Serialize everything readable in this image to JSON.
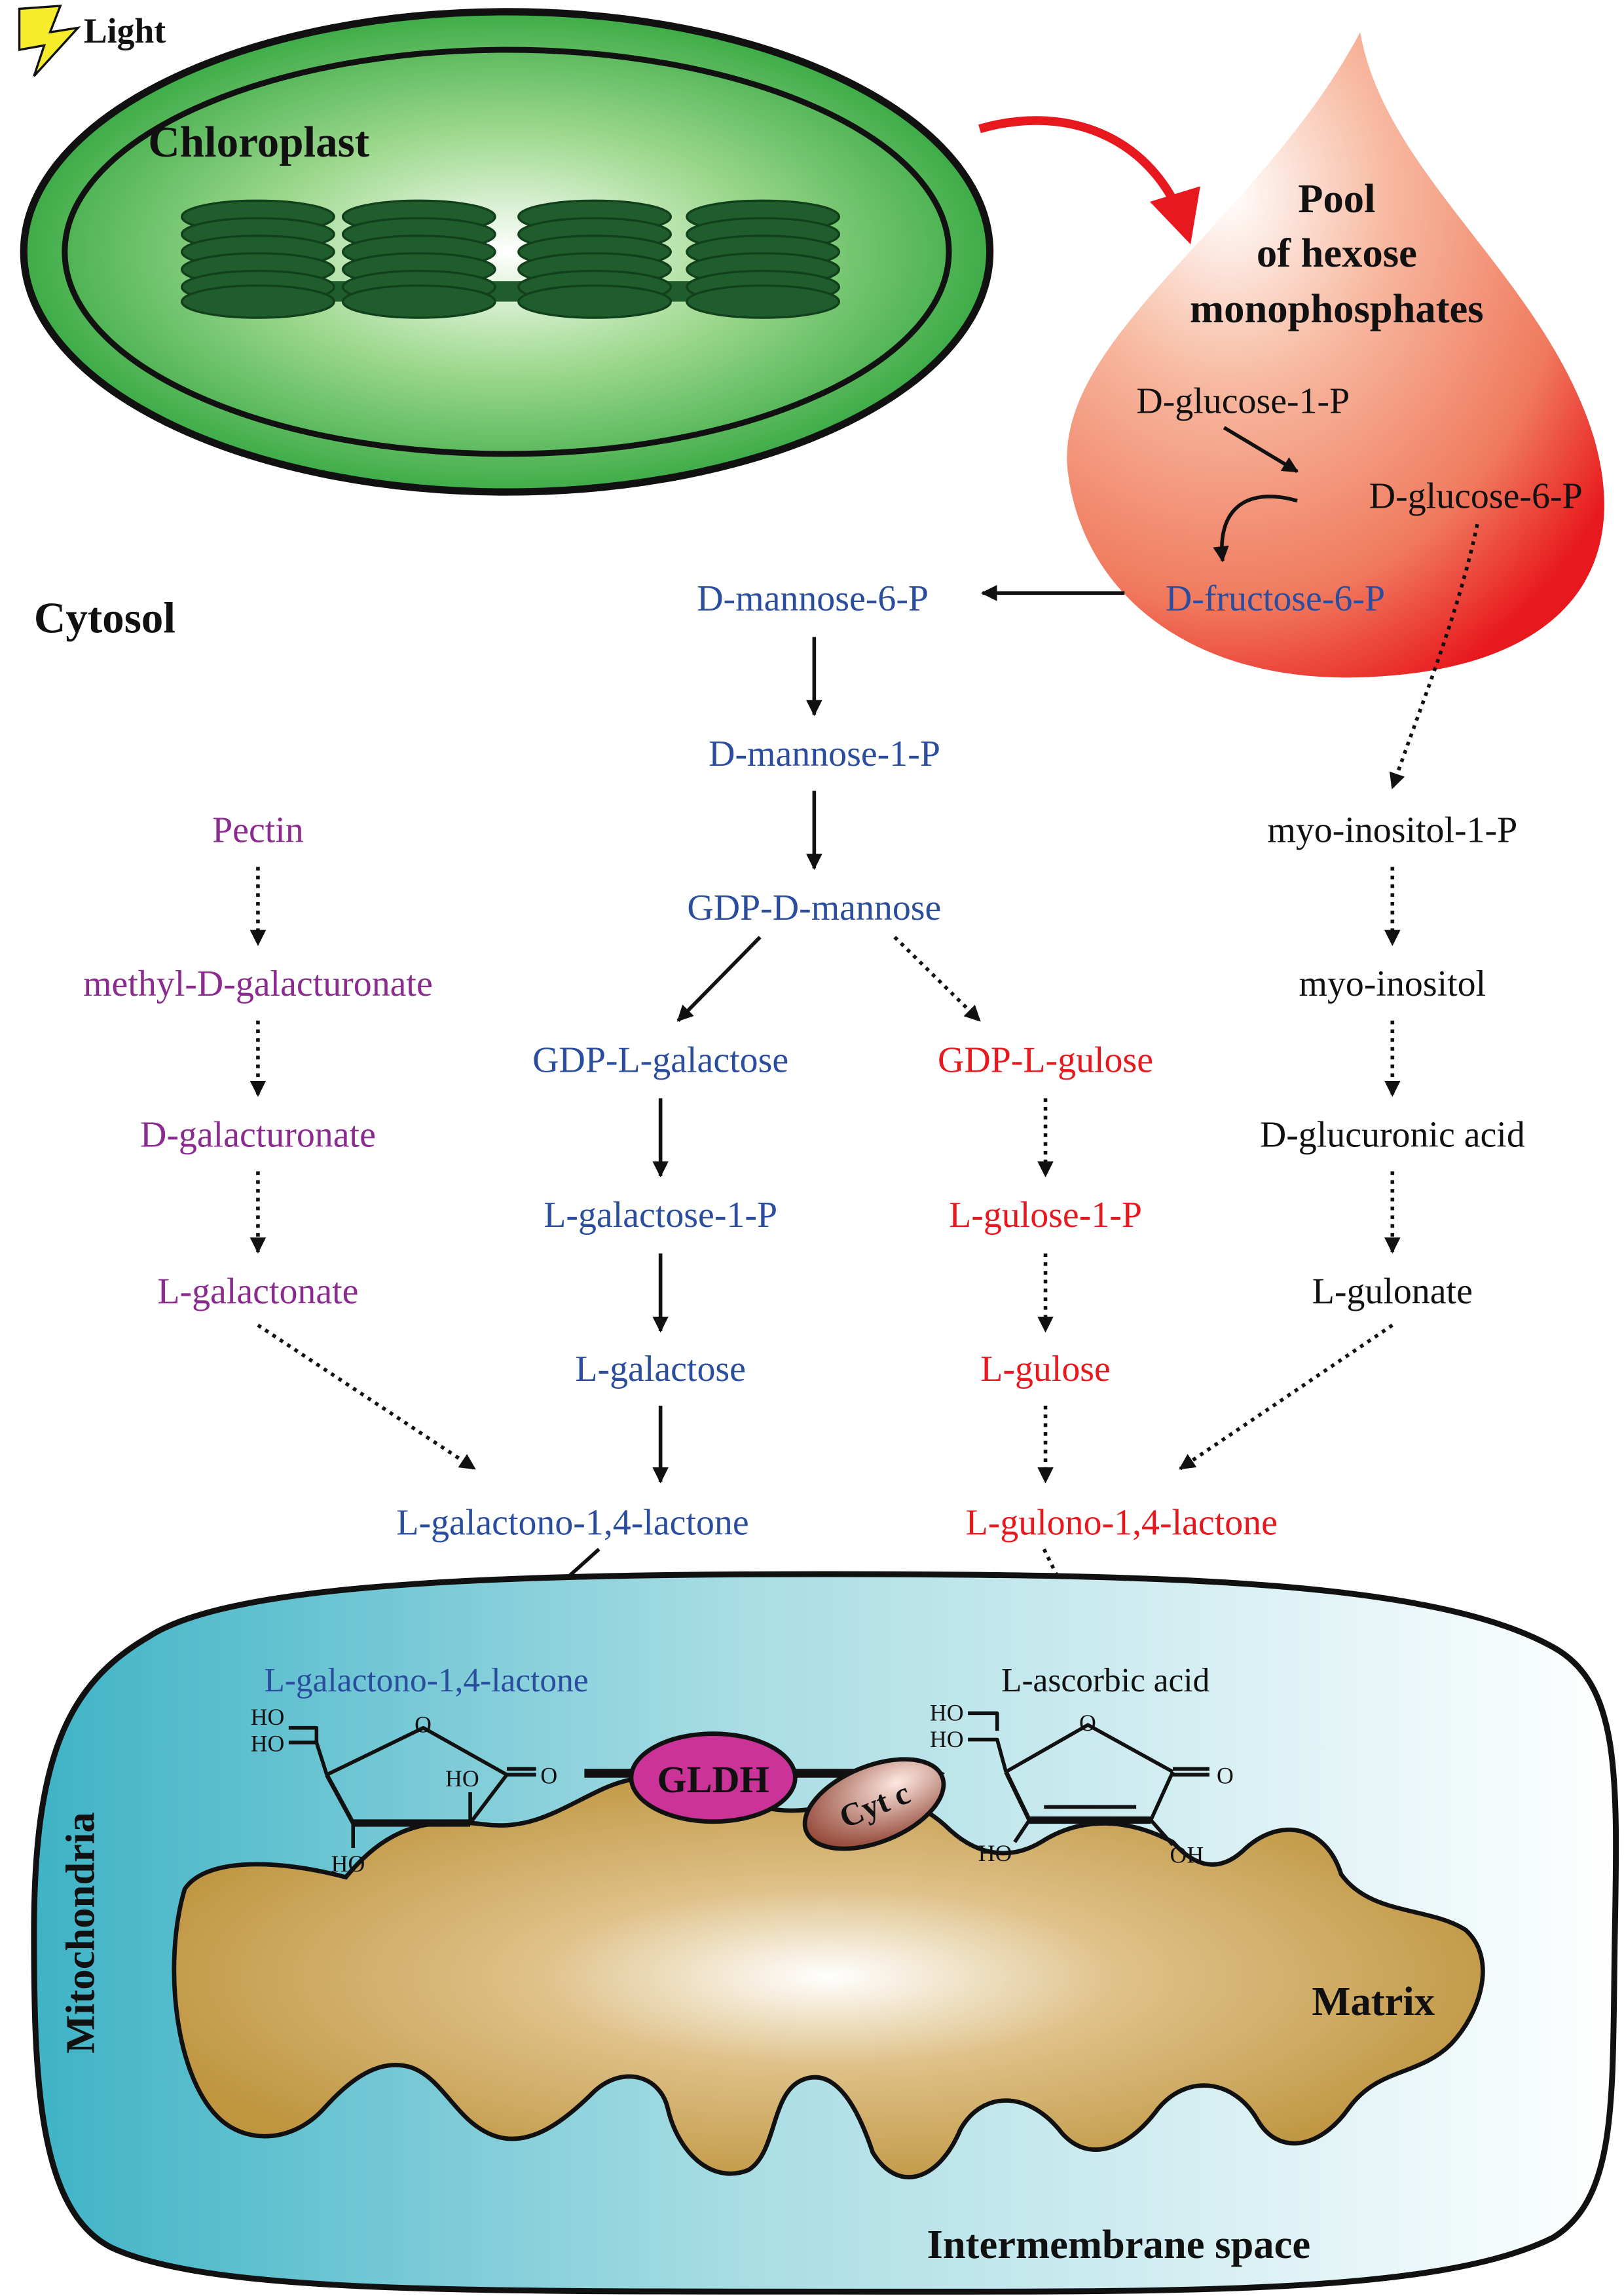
{
  "compartments": {
    "light": "Light",
    "chloroplast": "Chloroplast",
    "pool_line1": "Pool",
    "pool_line2": "of hexose",
    "pool_line3": "monophosphates",
    "cytosol": "Cytosol",
    "mitochondria": "Mitochondria",
    "matrix": "Matrix",
    "intermembrane": "Intermembrane space"
  },
  "pool_nodes": {
    "glc1p": "D-glucose-1-P",
    "glc6p": "D-glucose-6-P",
    "fru6p": "D-fructose-6-P"
  },
  "mannose_path": {
    "man6p": "D-mannose-6-P",
    "man1p": "D-mannose-1-P",
    "gdpman": "GDP-D-mannose",
    "gdpgal": "GDP-L-galactose",
    "gal1p": "L-galactose-1-P",
    "gal": "L-galactose",
    "gall": "L-galactono-1,4-lactone"
  },
  "gulose_path": {
    "gdpgul": "GDP-L-gulose",
    "gul1p": "L-gulose-1-P",
    "gul": "L-gulose",
    "gull": "L-gulono-1,4-lactone"
  },
  "pectin_path": {
    "pectin": "Pectin",
    "methyl": "methyl-D-galacturonate",
    "dgalact": "D-galacturonate",
    "lgalact": "L-galactonate"
  },
  "inositol_path": {
    "mi1p": "myo-inositol-1-P",
    "mi": "myo-inositol",
    "dgluc": "D-glucuronic acid",
    "lgulonate": "L-gulonate"
  },
  "mito": {
    "substrate": "L-galactono-1,4-lactone",
    "product": "L-ascorbic acid",
    "enzyme": "GLDH",
    "cytc": "Cyt c",
    "ho": "HO",
    "oh": "OH",
    "o": "O"
  },
  "colors": {
    "blue": "#2b4d9e",
    "red": "#e8191e",
    "purple": "#8b2b8f",
    "black": "#111111",
    "gldh": "#cc3399",
    "cytc": "#a0522d"
  }
}
